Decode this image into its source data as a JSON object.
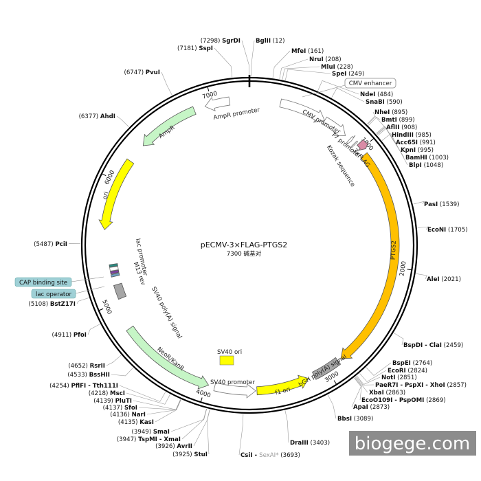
{
  "plasmid": {
    "name": "pECMV-3×FLAG-PTGS2",
    "size": "7300 碱基对",
    "length": 7300
  },
  "ticks": [
    {
      "bp": 1000,
      "label": "1000"
    },
    {
      "bp": 2000,
      "label": "2000"
    },
    {
      "bp": 3000,
      "label": "3000"
    },
    {
      "bp": 4000,
      "label": "4000"
    },
    {
      "bp": 5000,
      "label": "5000"
    },
    {
      "bp": 6000,
      "label": "6000"
    },
    {
      "bp": 7000,
      "label": "7000"
    }
  ],
  "features": [
    {
      "name": "CMV enhancer",
      "start": 250,
      "end": 630,
      "strand": 1,
      "color": "#ffffff"
    },
    {
      "name": "CMV promoter",
      "start": 630,
      "end": 835,
      "strand": 1,
      "color": "#ffffff"
    },
    {
      "name": "T7 promoter",
      "start": 880,
      "end": 899,
      "strand": 1,
      "color": "#ffffff"
    },
    {
      "name": "Kozak sequence",
      "start": 930,
      "end": 939,
      "strand": 0,
      "color": "#ffffff"
    },
    {
      "name": "3xFLAG",
      "start": 955,
      "end": 1020,
      "strand": 1,
      "color": "#d98ca6"
    },
    {
      "name": "PTGS2",
      "start": 1050,
      "end": 2862,
      "strand": 1,
      "color": "#ffc000"
    },
    {
      "name": "bGH poly(A) signal",
      "start": 2890,
      "end": 3115,
      "strand": 0,
      "color": "#a6a6a6"
    },
    {
      "name": "f1 ori",
      "start": 3165,
      "end": 3590,
      "strand": -1,
      "color": "#ffff00"
    },
    {
      "name": "SV40 promoter",
      "start": 3600,
      "end": 3930,
      "strand": -1,
      "color": "#ffffff"
    },
    {
      "name": "NeoR/KanR",
      "start": 3980,
      "end": 4770,
      "strand": -1,
      "color": "#c6f5c6"
    },
    {
      "name": "SV40 poly(A) signal",
      "start": 5020,
      "end": 5140,
      "strand": 0,
      "color": "#a6a6a6"
    },
    {
      "name": "lac operator",
      "start": 5238,
      "end": 5258,
      "strand": 0,
      "color": "#7b3fa0"
    },
    {
      "name": "lac promoter",
      "start": 5262,
      "end": 5292,
      "strand": 0,
      "color": "#ffffff"
    },
    {
      "name": "CAP binding site",
      "start": 5295,
      "end": 5315,
      "strand": 0,
      "color": "#2a8a80"
    },
    {
      "name": "M13 rev",
      "start": 5212,
      "end": 5232,
      "strand": 0,
      "color": "#6fa0c0"
    },
    {
      "name": "ori",
      "start": 5600,
      "end": 6190,
      "strand": -1,
      "color": "#ffff00"
    },
    {
      "name": "AmpR",
      "start": 6350,
      "end": 6850,
      "strand": -1,
      "color": "#c6f5c6"
    },
    {
      "name": "AmpR promoter",
      "start": 6940,
      "end": 7140,
      "strand": -1,
      "color": "#ffffff"
    }
  ],
  "feature_labels": [
    {
      "text": "CMV enhancer",
      "boxed": true,
      "box_color": "#ffffff"
    },
    {
      "text": "CMV promoter"
    },
    {
      "text": "T7 promoter"
    },
    {
      "text": "3xFLAG"
    },
    {
      "text": "Kozak sequence"
    },
    {
      "text": "PTGS2"
    },
    {
      "text": "bGH poly(A) signal"
    },
    {
      "text": "f1 ori"
    },
    {
      "text": "SV40 promoter"
    },
    {
      "text": "SV40 ori"
    },
    {
      "text": "NeoR/KanR"
    },
    {
      "text": "SV40 poly(A) signal"
    },
    {
      "text": "M13 rev"
    },
    {
      "text": "lac promoter"
    },
    {
      "text": "lac operator",
      "boxed": true,
      "box_color": "#9fd0d6"
    },
    {
      "text": "CAP binding site",
      "boxed": true,
      "box_color": "#9fd0d6"
    },
    {
      "text": "ori"
    },
    {
      "text": "AmpR"
    },
    {
      "text": "AmpR promoter"
    }
  ],
  "sites": [
    {
      "name": "SgrDI",
      "pos": "(7298)",
      "bp": 7298,
      "pre": true
    },
    {
      "name": "SspI",
      "pos": "(7181)",
      "bp": 7181,
      "pre": true
    },
    {
      "name": "PvuI",
      "pos": "(6747)",
      "bp": 6747,
      "pre": true
    },
    {
      "name": "AhdI",
      "pos": "(6377)",
      "bp": 6377,
      "pre": true
    },
    {
      "name": "PciI",
      "pos": "(5487)",
      "bp": 5487,
      "pre": true
    },
    {
      "name": "BstZ17I",
      "pos": "(5108)",
      "bp": 5108,
      "pre": true
    },
    {
      "name": "PfoI",
      "pos": "(4911)",
      "bp": 4911,
      "pre": true
    },
    {
      "name": "RsrII",
      "pos": "(4652)",
      "bp": 4652,
      "pre": true
    },
    {
      "name": "BssHII",
      "pos": "(4533)",
      "bp": 4533,
      "pre": true
    },
    {
      "name": "PflFI - Tth111I",
      "pos": "(4254)",
      "bp": 4254,
      "pre": true
    },
    {
      "name": "MscI",
      "pos": "(4218)",
      "bp": 4218,
      "pre": true
    },
    {
      "name": "PluTI",
      "pos": "(4139)",
      "bp": 4139,
      "pre": true
    },
    {
      "name": "SfoI",
      "pos": "(4137)",
      "bp": 4137,
      "pre": true
    },
    {
      "name": "NarI",
      "pos": "(4136)",
      "bp": 4136,
      "pre": true
    },
    {
      "name": "KasI",
      "pos": "(4135)",
      "bp": 4135,
      "pre": true
    },
    {
      "name": "SmaI",
      "pos": "(3949)",
      "bp": 3949,
      "pre": true
    },
    {
      "name": "TspMI - XmaI",
      "pos": "(3947)",
      "bp": 3947,
      "pre": true
    },
    {
      "name": "AvrII",
      "pos": "(3926)",
      "bp": 3926,
      "pre": true
    },
    {
      "name": "StuI",
      "pos": "(3925)",
      "bp": 3925,
      "pre": true
    },
    {
      "name": "BglII",
      "pos": "(12)",
      "bp": 12
    },
    {
      "name": "MfeI",
      "pos": "(161)",
      "bp": 161
    },
    {
      "name": "NruI",
      "pos": "(208)",
      "bp": 208
    },
    {
      "name": "MluI",
      "pos": "(228)",
      "bp": 228
    },
    {
      "name": "SpeI",
      "pos": "(249)",
      "bp": 249
    },
    {
      "name": "NdeI",
      "pos": "(484)",
      "bp": 484
    },
    {
      "name": "SnaBI",
      "pos": "(590)",
      "bp": 590
    },
    {
      "name": "NheI",
      "pos": "(895)",
      "bp": 895
    },
    {
      "name": "BmtI",
      "pos": "(899)",
      "bp": 899
    },
    {
      "name": "AflII",
      "pos": "(908)",
      "bp": 908
    },
    {
      "name": "HindIII",
      "pos": "(985)",
      "bp": 985
    },
    {
      "name": "Acc65I",
      "pos": "(991)",
      "bp": 991
    },
    {
      "name": "KpnI",
      "pos": "(995)",
      "bp": 995
    },
    {
      "name": "BamHI",
      "pos": "(1003)",
      "bp": 1003
    },
    {
      "name": "BlpI",
      "pos": "(1048)",
      "bp": 1048
    },
    {
      "name": "PasI",
      "pos": "(1539)",
      "bp": 1539
    },
    {
      "name": "EcoNI",
      "pos": "(1705)",
      "bp": 1705
    },
    {
      "name": "AleI",
      "pos": "(2021)",
      "bp": 2021
    },
    {
      "name": "BspDI - ClaI",
      "pos": "(2459)",
      "bp": 2459
    },
    {
      "name": "BspEI",
      "pos": "(2764)",
      "bp": 2764
    },
    {
      "name": "EcoRI",
      "pos": "(2824)",
      "bp": 2824
    },
    {
      "name": "NotI",
      "pos": "(2851)",
      "bp": 2851
    },
    {
      "name": "PaeR7I - PspXI - XhoI",
      "pos": "(2857)",
      "bp": 2857
    },
    {
      "name": "XbaI",
      "pos": "(2863)",
      "bp": 2863
    },
    {
      "name": "EcoO109I - PspOMI",
      "pos": "(2869)",
      "bp": 2869
    },
    {
      "name": "ApaI",
      "pos": "(2873)",
      "bp": 2873
    },
    {
      "name": "BbsI",
      "pos": "(3089)",
      "bp": 3089
    },
    {
      "name": "DraIII",
      "pos": "(3403)",
      "bp": 3403
    },
    {
      "name": "CsiI - ",
      "muted": "SexAI*",
      "pos": "(3693)",
      "bp": 3693
    }
  ],
  "watermark": "biogege.com",
  "colors": {
    "backbone": "#000000",
    "watermark_bg": "#8c8c8c"
  }
}
